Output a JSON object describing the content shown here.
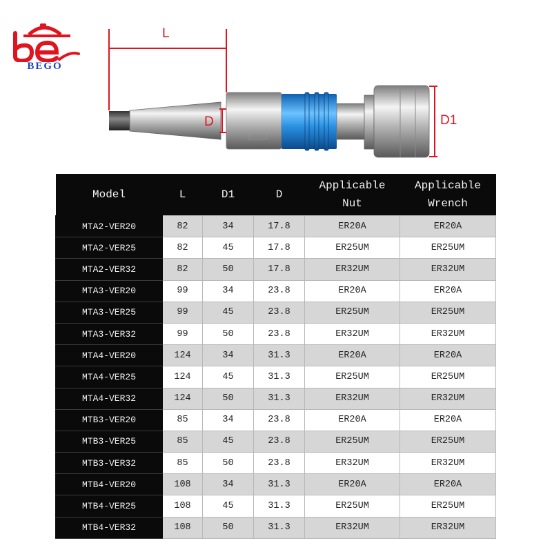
{
  "brand": {
    "name": "BEGO",
    "color": "#1b44b8",
    "accent": "#e0141e"
  },
  "diagram": {
    "label_L": "L",
    "label_D": "D",
    "label_D1": "D1",
    "holder_color": "#2a8fe0"
  },
  "table": {
    "headers": {
      "model": "Model",
      "L": "L",
      "D1": "D1",
      "D": "D",
      "nut_line1": "Applicable",
      "nut_line2": "Nut",
      "wrench_line1": "Applicable",
      "wrench_line2": "Wrench"
    },
    "rows": [
      {
        "model": "MTA2-VER20",
        "L": "82",
        "D1": "34",
        "D": "17.8",
        "nut": "ER20A",
        "wrench": "ER20A"
      },
      {
        "model": "MTA2-VER25",
        "L": "82",
        "D1": "45",
        "D": "17.8",
        "nut": "ER25UM",
        "wrench": "ER25UM"
      },
      {
        "model": "MTA2-VER32",
        "L": "82",
        "D1": "50",
        "D": "17.8",
        "nut": "ER32UM",
        "wrench": "ER32UM"
      },
      {
        "model": "MTA3-VER20",
        "L": "99",
        "D1": "34",
        "D": "23.8",
        "nut": "ER20A",
        "wrench": "ER20A"
      },
      {
        "model": "MTA3-VER25",
        "L": "99",
        "D1": "45",
        "D": "23.8",
        "nut": "ER25UM",
        "wrench": "ER25UM"
      },
      {
        "model": "MTA3-VER32",
        "L": "99",
        "D1": "50",
        "D": "23.8",
        "nut": "ER32UM",
        "wrench": "ER32UM"
      },
      {
        "model": "MTA4-VER20",
        "L": "124",
        "D1": "34",
        "D": "31.3",
        "nut": "ER20A",
        "wrench": "ER20A"
      },
      {
        "model": "MTA4-VER25",
        "L": "124",
        "D1": "45",
        "D": "31.3",
        "nut": "ER25UM",
        "wrench": "ER25UM"
      },
      {
        "model": "MTA4-VER32",
        "L": "124",
        "D1": "50",
        "D": "31.3",
        "nut": "ER32UM",
        "wrench": "ER32UM"
      },
      {
        "model": "MTB3-VER20",
        "L": "85",
        "D1": "34",
        "D": "23.8",
        "nut": "ER20A",
        "wrench": "ER20A"
      },
      {
        "model": "MTB3-VER25",
        "L": "85",
        "D1": "45",
        "D": "23.8",
        "nut": "ER25UM",
        "wrench": "ER25UM"
      },
      {
        "model": "MTB3-VER32",
        "L": "85",
        "D1": "50",
        "D": "23.8",
        "nut": "ER32UM",
        "wrench": "ER32UM"
      },
      {
        "model": "MTB4-VER20",
        "L": "108",
        "D1": "34",
        "D": "31.3",
        "nut": "ER20A",
        "wrench": "ER20A"
      },
      {
        "model": "MTB4-VER25",
        "L": "108",
        "D1": "45",
        "D": "31.3",
        "nut": "ER25UM",
        "wrench": "ER25UM"
      },
      {
        "model": "MTB4-VER32",
        "L": "108",
        "D1": "50",
        "D": "31.3",
        "nut": "ER32UM",
        "wrench": "ER32UM"
      }
    ]
  }
}
